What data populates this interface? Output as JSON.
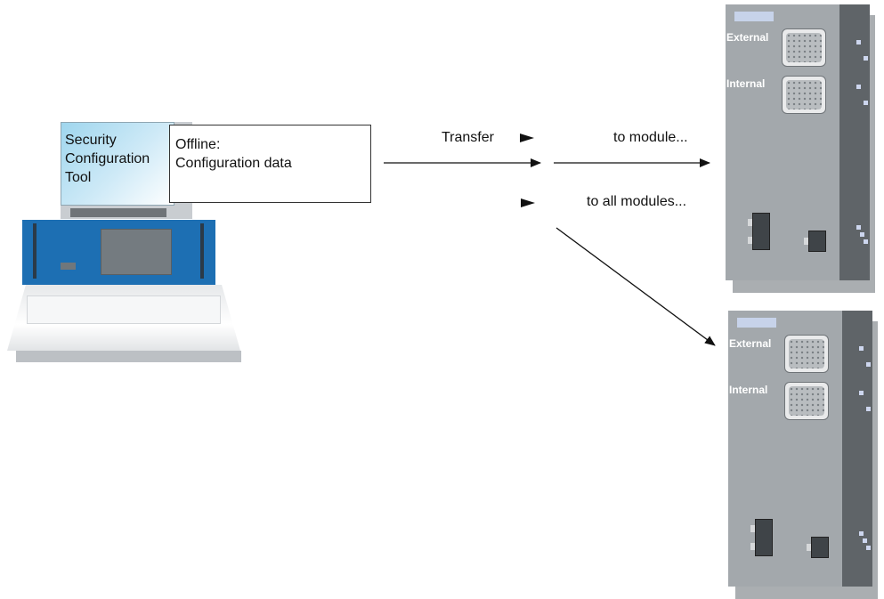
{
  "laptop": {
    "screen_lines": [
      "Security",
      "Configuration",
      "Tool"
    ]
  },
  "callout": {
    "lines": [
      "Offline:",
      "Configuration data"
    ]
  },
  "labels": {
    "transfer": "Transfer",
    "to_module": "to module...",
    "to_all_modules": "to all modules..."
  },
  "modules": [
    {
      "external_label": "External",
      "internal_label": "Internal"
    },
    {
      "external_label": "External",
      "internal_label": "Internal"
    }
  ],
  "colors": {
    "laptop_blue": "#1d6fb3",
    "module_body": "#a3a8ac",
    "module_side": "#5f6468",
    "screen_cyan": "#9fd6ee"
  }
}
